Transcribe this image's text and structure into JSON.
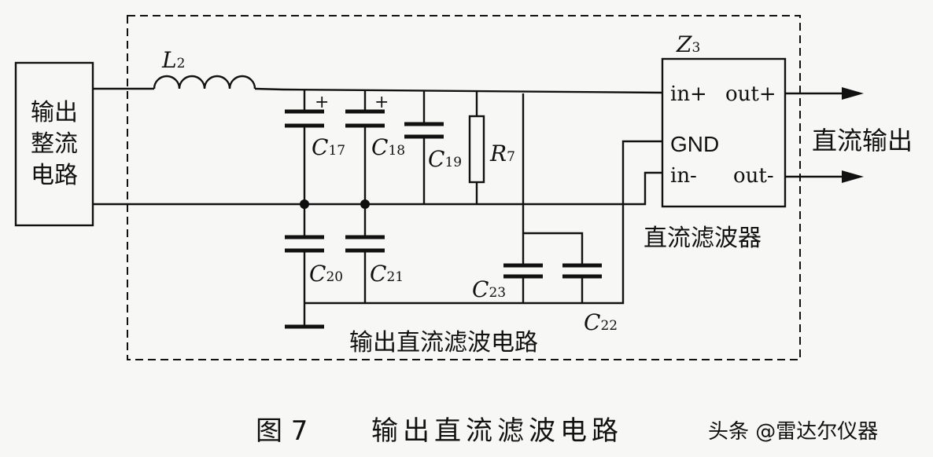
{
  "blocks": {
    "rectifier": [
      "输出",
      "整流",
      "电路"
    ],
    "filter_module": {
      "name": "Z",
      "name_sub": "3",
      "pins": {
        "in_plus": "in+",
        "out_plus": "out+",
        "gnd": "GND",
        "in_minus": "in-",
        "out_minus": "out-"
      },
      "caption": "直流滤波器"
    }
  },
  "components": {
    "L2": {
      "letter": "L",
      "sub": "2"
    },
    "C17": {
      "letter": "C",
      "sub": "17"
    },
    "C18": {
      "letter": "C",
      "sub": "18"
    },
    "C19": {
      "letter": "C",
      "sub": "19"
    },
    "R7": {
      "letter": "R",
      "sub": "7"
    },
    "C20": {
      "letter": "C",
      "sub": "20"
    },
    "C21": {
      "letter": "C",
      "sub": "21"
    },
    "C23": {
      "letter": "C",
      "sub": "23"
    },
    "C22": {
      "letter": "C",
      "sub": "22"
    }
  },
  "polarity_mark": "+",
  "output_label": "直流输出",
  "dashed_box_label": "输出直流滤波电路",
  "figure_caption": {
    "number": "图 7",
    "title": "输出直流滤波电路"
  },
  "watermark": "头条 @雷达尔仪器"
}
